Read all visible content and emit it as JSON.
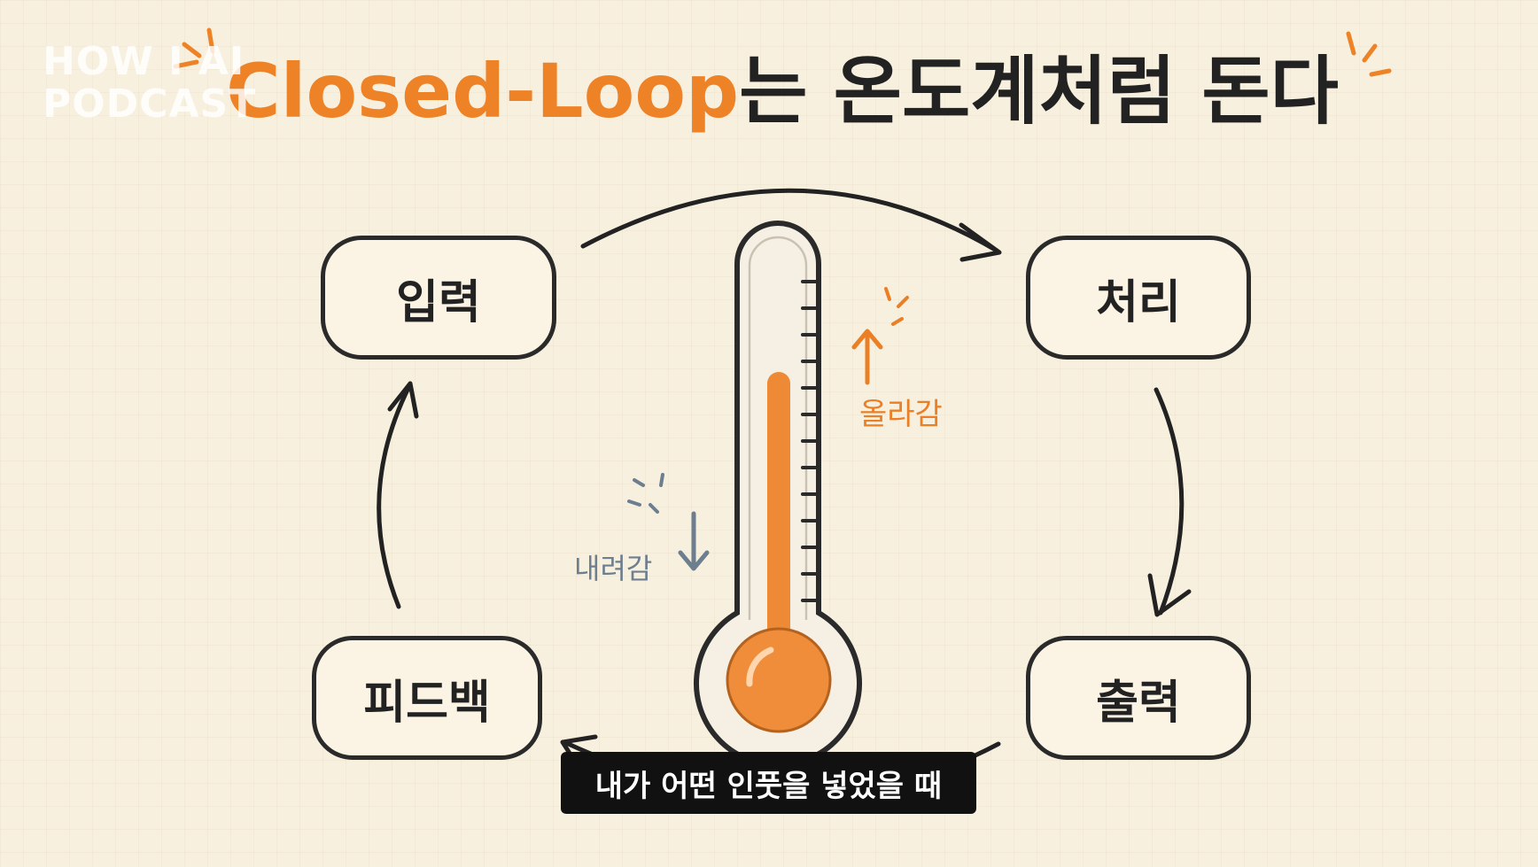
{
  "watermark": {
    "line1": "HOW I AI",
    "line2": "PODCAST"
  },
  "title": {
    "accent": "Closed-Loop",
    "rest": "는 온도계처럼 돈다"
  },
  "nodes": {
    "input": "입력",
    "process": "처리",
    "output": "출력",
    "feedback": "피드백"
  },
  "thermometer": {
    "up_label": "올라감",
    "down_label": "내려감"
  },
  "subtitle": "내가 어떤 인풋을 넣었을 때",
  "colors": {
    "accent": "#ee8227",
    "ink": "#2a2a2a",
    "cool": "#6d7e8e",
    "background": "#f8f0df"
  }
}
